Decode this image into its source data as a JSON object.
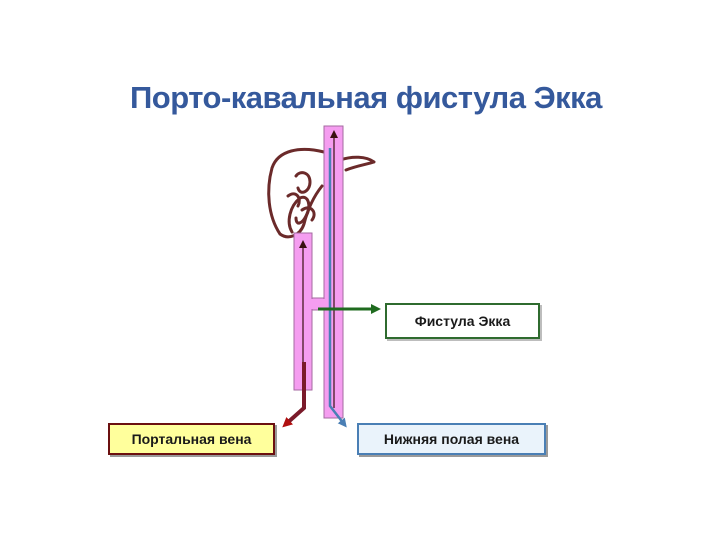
{
  "title": "Порто-кавальная фистула Экка",
  "labels": {
    "fistula": "Фистула Экка",
    "portal_vein": "Портальная вена",
    "inferior_vena_cava": "Нижняя полая вена"
  },
  "colors": {
    "title": "#35599c",
    "vessel_fill": "#f59df0",
    "liver_outline": "#6b2a2a",
    "portal_arrow": "#7a1a2a",
    "cava_arrow": "#4a7fb5",
    "fistula_arrow": "#2f6b2f",
    "portal_label_bg": "#ffff9c"
  }
}
